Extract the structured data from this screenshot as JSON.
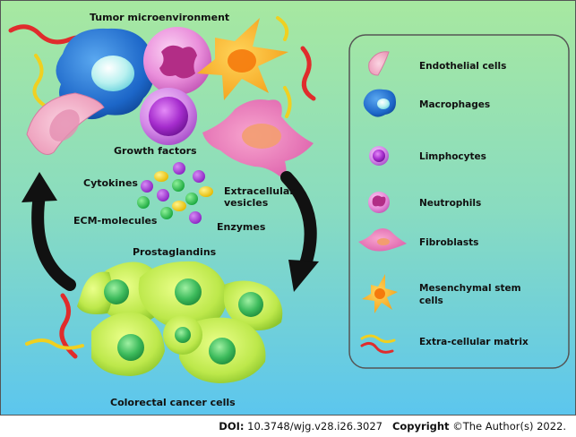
{
  "title": "Tumor microenvironment",
  "bottom_label": "Colorectal cancer cells",
  "factors": {
    "growth_factors": "Growth factors",
    "cytokines": "Cytokines",
    "extracellular_vesicles_line1": "Extracellular",
    "extracellular_vesicles_line2": "vesicles",
    "ecm_molecules": "ECM-molecules",
    "enzymes": "Enzymes",
    "prostaglandins": "Prostaglandins"
  },
  "legend": {
    "endothelial": "Endothelial cells",
    "macrophages": "Macrophages",
    "limphocytes": "Limphocytes",
    "neutrophils": "Neutrophils",
    "fibroblasts": "Fibroblasts",
    "msc_line1": "Mesenchymal stem",
    "msc_line2": "cells",
    "ecm": "Extra-cellular matrix"
  },
  "footer": {
    "doi_label": "DOI:",
    "doi_value": "10.3748/wjg.v28.i26.3027",
    "copyright_label": "Copyright",
    "copyright_value": "©The Author(s) 2022."
  },
  "colors": {
    "bg_top": "#9fe6a2",
    "bg_bottom": "#5fc8ec",
    "macrophage": "#1f6fd0",
    "limphocyte": "#b04ad0",
    "neutrophil": "#e07ad8",
    "fibroblast": "#e978b8",
    "msc": "#f5a91c",
    "endothelial": "#f1a8c4",
    "cancer_cell": "#b9e84a",
    "nucleus": "#38b85a",
    "ecm_red": "#e02c2c",
    "ecm_yellow": "#f3d21c",
    "arrow": "#111111"
  },
  "icons": [
    "endothelial-cell-icon",
    "macrophage-icon",
    "limphocyte-icon",
    "neutrophil-icon",
    "fibroblast-icon",
    "mesenchymal-stem-cell-icon",
    "extracellular-matrix-icon"
  ]
}
